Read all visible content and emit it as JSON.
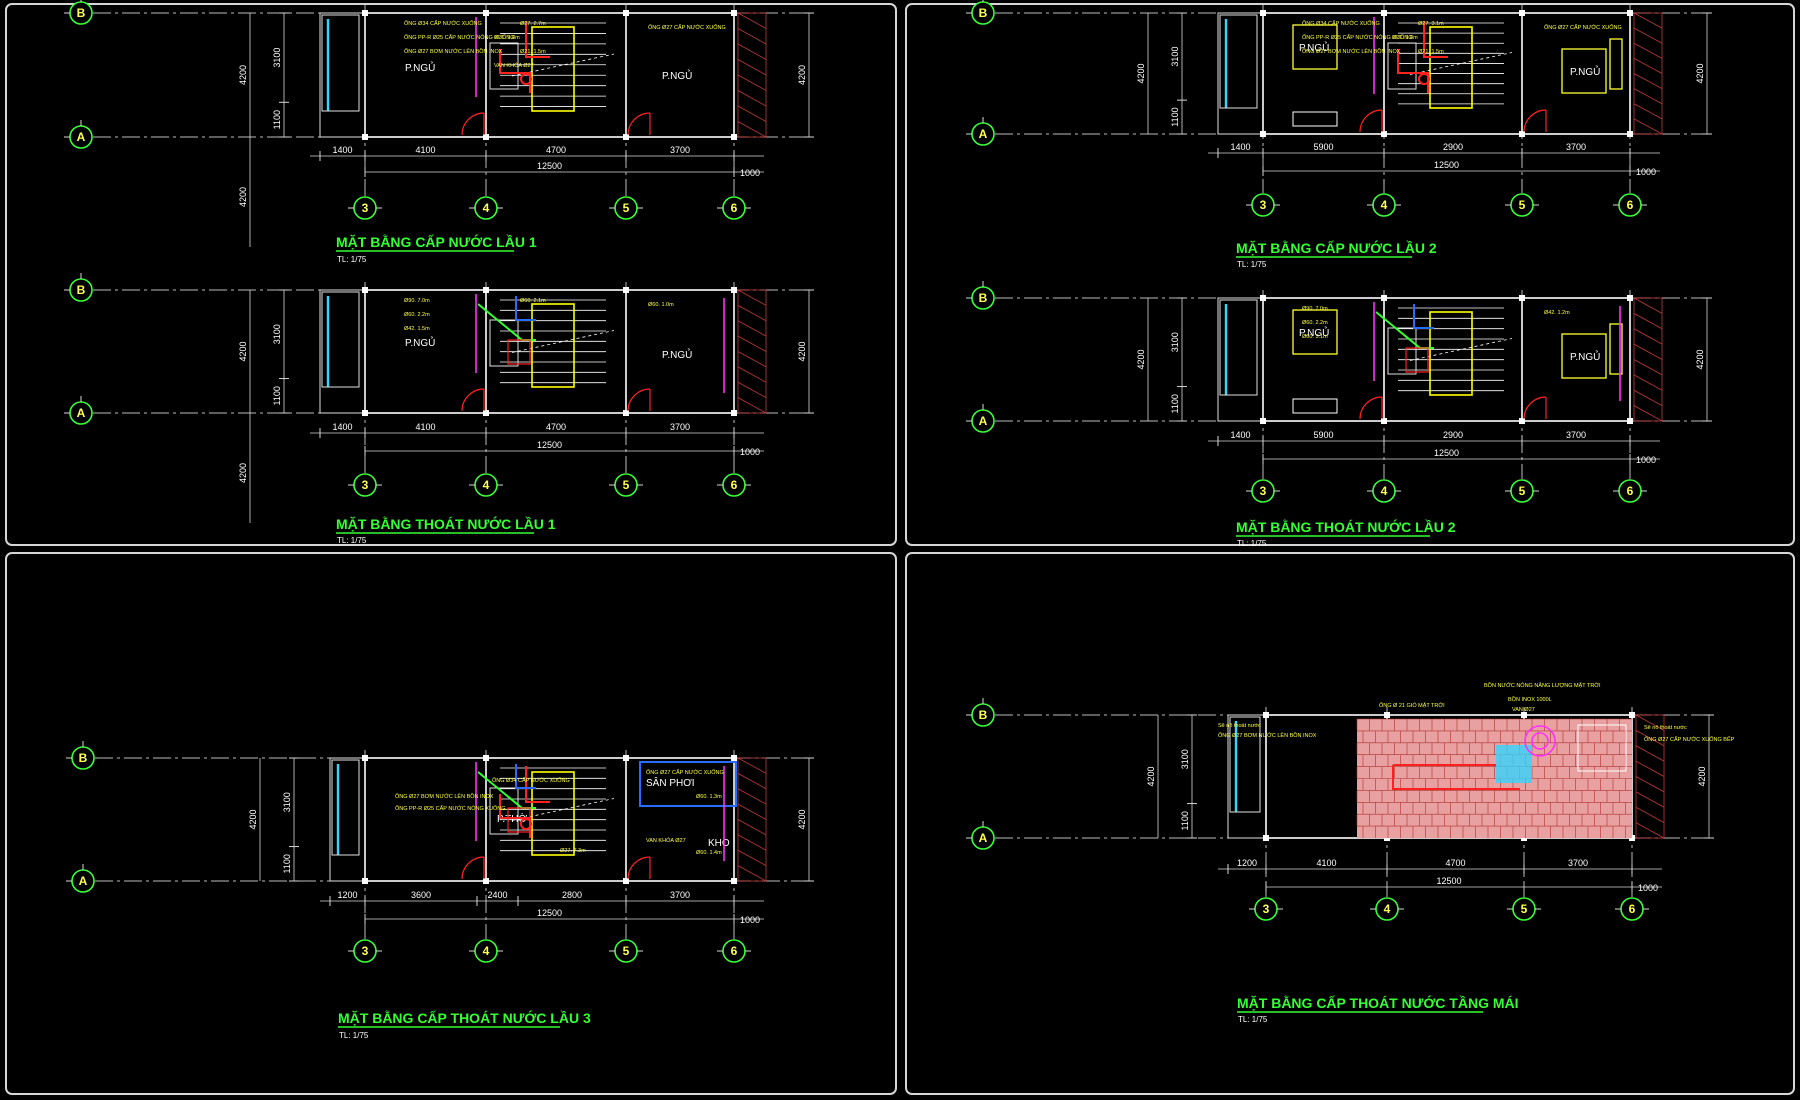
{
  "axis_labels": {
    "row_top": "B",
    "row_bottom": "A",
    "columns": [
      "3",
      "4",
      "5",
      "6"
    ]
  },
  "panels": [
    {
      "id": "p1",
      "title": "MẶT BẰNG CẤP NƯỚC LẦU 1",
      "scale": "TL: 1/75",
      "rooms": [
        "P.NGỦ",
        "P.NGỦ"
      ],
      "bottom_dims": [
        "1400",
        "4100",
        "4700",
        "3700"
      ],
      "total_dim": "12500",
      "end_dim": "1000",
      "left_dims": [
        "3100",
        "1100"
      ],
      "left_outer_dim": "4200",
      "right_dim": "4200",
      "below_dim": "4200",
      "notes": [
        "ỐNG Ø34 CẤP NƯỚC XUỐNG",
        "ỐNG PP-R Ø25 CẤP NƯỚC NÓNG XUỐNG",
        "ỐNG Ø27 BƠM NƯỚC LÊN BỒN INOX",
        "Ø27. 2.7m",
        "Ø21. 1.8m",
        "Ø21. 1.5m",
        "VAN KHÓA Ø27",
        "ỐNG Ø27 CẤP NƯỚC XUỐNG"
      ]
    },
    {
      "id": "p2",
      "title": "MẶT BẰNG THOÁT NƯỚC LẦU 1",
      "scale": "TL: 1/75",
      "rooms": [
        "P.NGỦ",
        "P.NGỦ"
      ],
      "bottom_dims": [
        "1400",
        "4100",
        "4700",
        "3700"
      ],
      "total_dim": "12500",
      "end_dim": "1000",
      "left_dims": [
        "3100",
        "1100"
      ],
      "left_outer_dim": "4200",
      "right_dim": "4200",
      "below_dim": "4200",
      "notes": [
        "Ø90. 7.0m",
        "Ø60. 2.2m",
        "Ø42. 1.5m",
        "Ø60. 2.1m",
        "Ø60. 1.0m"
      ]
    },
    {
      "id": "p3",
      "title": "MẶT BẰNG CẤP NƯỚC LẦU 2",
      "scale": "TL: 1/75",
      "rooms": [
        "P.NGỦ",
        "P.NGỦ"
      ],
      "bottom_dims": [
        "1400",
        "5900",
        "2900",
        "3700"
      ],
      "total_dim": "12500",
      "end_dim": "1000",
      "left_dims": [
        "3100",
        "1100"
      ],
      "left_outer_dim": "4200",
      "right_dim": "4200",
      "notes": [
        "ỐNG Ø34 CẤP NƯỚC XUỐNG",
        "ỐNG PP-R Ø25 CẤP NƯỚC NÓNG XUỐNG",
        "ỐNG Ø27 BƠM NƯỚC LÊN BỒN INOX",
        "Ø27. 3.1m",
        "Ø21. 1.8m",
        "Ø21. 1.5m",
        "ỐNG Ø27 CẤP NƯỚC XUỐNG"
      ]
    },
    {
      "id": "p4",
      "title": "MẶT BẰNG THOÁT NƯỚC LẦU 2",
      "scale": "TL: 1/75",
      "rooms": [
        "P.NGỦ",
        "P.NGỦ"
      ],
      "bottom_dims": [
        "1400",
        "5900",
        "2900",
        "3700"
      ],
      "total_dim": "12500",
      "end_dim": "1000",
      "left_dims": [
        "3100",
        "1100"
      ],
      "left_outer_dim": "4200",
      "right_dim": "4200",
      "notes": [
        "Ø90. 7.0m",
        "Ø60. 2.2m",
        "Ø60. 3.1m",
        "Ø42. 1.2m"
      ]
    },
    {
      "id": "p5",
      "title": "MẶT BẰNG CẤP THOÁT NƯỚC LẦU 3",
      "scale": "TL: 1/75",
      "rooms": [
        "P.THỜ",
        "SÂN PHƠI",
        "KHO"
      ],
      "bottom_dims": [
        "1200",
        "3600",
        "2400",
        "2800",
        "3700"
      ],
      "total_dim": "12500",
      "end_dim": "1000",
      "left_dims": [
        "3100",
        "1100"
      ],
      "left_outer_dim": "4200",
      "right_dim": "4200",
      "notes": [
        "ỐNG Ø27 BƠM NƯỚC LÊN BỒN INOX",
        "ỐNG PP-R Ø25 CẤP NƯỚC NÓNG XUỐNG",
        "ỐNG Ø34 CẤP NƯỚC XUỐNG",
        "ỐNG Ø27 CẤP NƯỚC XUỐNG",
        "Ø27. 7.3m",
        "Ø60. 1.3m",
        "VAN KHÓA Ø27",
        "Ø60. 1.4m"
      ]
    },
    {
      "id": "p6",
      "title": "MẶT BẰNG CẤP THOÁT NƯỚC TẦNG MÁI",
      "scale": "TL: 1/75",
      "rooms": [],
      "bottom_dims": [
        "1200",
        "4100",
        "4700",
        "3700"
      ],
      "total_dim": "12500",
      "end_dim": "1000",
      "left_dims": [
        "3100",
        "1100"
      ],
      "left_outer_dim": "4200",
      "right_dim": "4200",
      "notes": [
        "Sê nô thoát nước",
        "ỐNG Ø27 BƠM NƯỚC LÊN BỒN INOX",
        "ỐNG Ø 21 GIÓ MẶT TRỜI",
        "BỒN INOX 1000L",
        "VAN Ø27",
        "Sê nô thoát nước",
        "ỐNG Ø27 CẤP NƯỚC XUỐNG BẾP",
        "BỒN NƯỚC NÓNG NĂNG LƯỢNG MẶT TRỜI"
      ]
    }
  ],
  "colors": {
    "frame": "#d6d6d6",
    "axis": "#38ff3a",
    "title": "#33ff33",
    "supply_pipe": "#ff2020",
    "drain_pipe": "#33ff33",
    "hot_pipe": "#ff30ff",
    "note": "#ffff44"
  }
}
